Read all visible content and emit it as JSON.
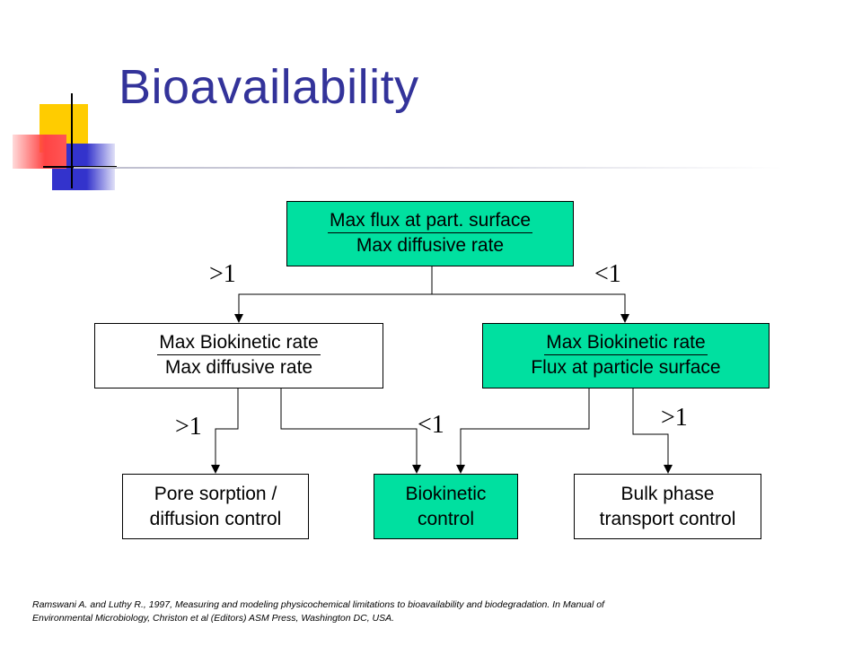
{
  "title": "Bioavailability",
  "colors": {
    "title": "#33339a",
    "highlight_box": "#00e0a0",
    "deco_yellow": "#ffcc00",
    "deco_blue": "#3333cc",
    "deco_red": "#ff4444"
  },
  "nodes": {
    "top": {
      "numerator": "Max flux at part. surface",
      "denominator": "Max diffusive rate"
    },
    "left": {
      "numerator": "Max Biokinetic rate",
      "denominator": "Max diffusive rate"
    },
    "right": {
      "numerator": "Max Biokinetic rate",
      "denominator": "Flux at particle surface"
    },
    "outcome_pore": {
      "line1": "Pore sorption /",
      "line2": "diffusion control"
    },
    "outcome_bio": {
      "line1": "Biokinetic",
      "line2": "control"
    },
    "outcome_bulk": {
      "line1": "Bulk phase",
      "line2": "transport control"
    }
  },
  "edge_labels": {
    "top_left": ">1",
    "top_right": "<1",
    "left_down": ">1",
    "mid_bio": "<1",
    "right_down": ">1"
  },
  "citation": {
    "line1": "Ramswani A. and Luthy R., 1997, Measuring and modeling physicochemical limitations to bioavailability and biodegradation. In Manual of",
    "line2": "Environmental Microbiology, Christon et al (Editors) ASM Press, Washington DC, USA."
  }
}
